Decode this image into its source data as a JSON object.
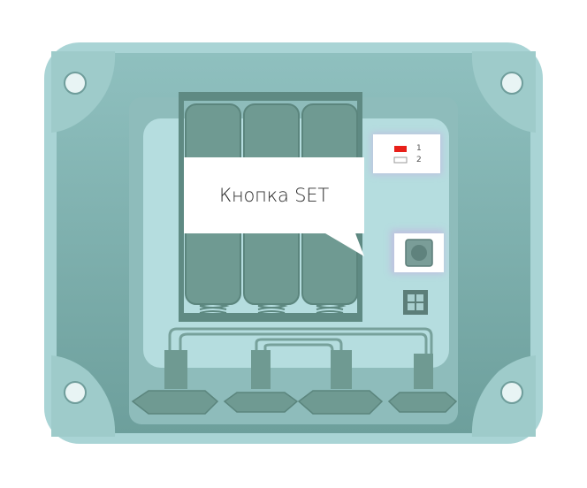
{
  "callout": {
    "label": "Кнопка SET"
  },
  "dip_switch": {
    "positions": [
      "1",
      "2"
    ],
    "active_position": "1"
  },
  "colors": {
    "enclosure_outer": "#a9d4d5",
    "enclosure_wall": "#7fb0ae",
    "enclosure_shadow": "#5d8e8b",
    "board": "#b9dfe2",
    "battery": "#6f9a92",
    "led_active": "#e8201a",
    "callout_bg": "#ffffff"
  },
  "icons": [
    "mounting-hole-icon",
    "tactile-button-icon",
    "dip-switch-icon",
    "connector-icon"
  ]
}
